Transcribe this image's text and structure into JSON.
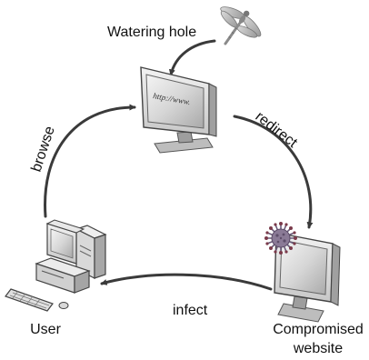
{
  "diagram": {
    "top_label": "Watering hole",
    "url_text": "http://www.",
    "edge_browse": "browse",
    "edge_redirect": "redirect",
    "edge_infect": "infect",
    "node_user": "User",
    "node_compromised_line1": "Compromised",
    "node_compromised_line2": "website"
  },
  "icons": {
    "top": "dragonfly-icon",
    "center": "web-monitor-icon",
    "left": "desktop-computer-icon",
    "right": "infected-monitor-icon",
    "infection": "virus-icon"
  },
  "colors": {
    "arrow": "#3a3a3a",
    "text": "#111111",
    "monitor_frame": "#e2e2e2",
    "monitor_screen": "#cfcfcf",
    "virus": "#6a5a78"
  }
}
